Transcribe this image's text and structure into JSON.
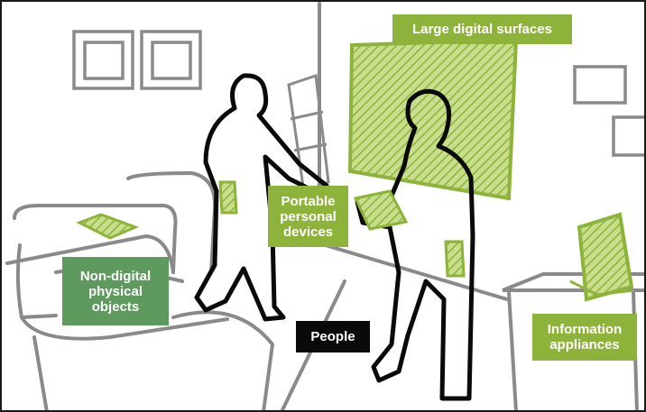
{
  "labels": {
    "large_digital_surfaces": "Large digital surfaces",
    "portable_personal_devices": "Portable\npersonal\ndevices",
    "non_digital_physical_objects": "Non-digital\nphysical\nobjects",
    "people": "People",
    "information_appliances": "Information\nappliances"
  },
  "colors": {
    "digital_green": "#8db33a",
    "physical_green": "#5e9a5e",
    "people_black": "#0a0a0a",
    "sketch_gray": "#8a8a8a"
  }
}
